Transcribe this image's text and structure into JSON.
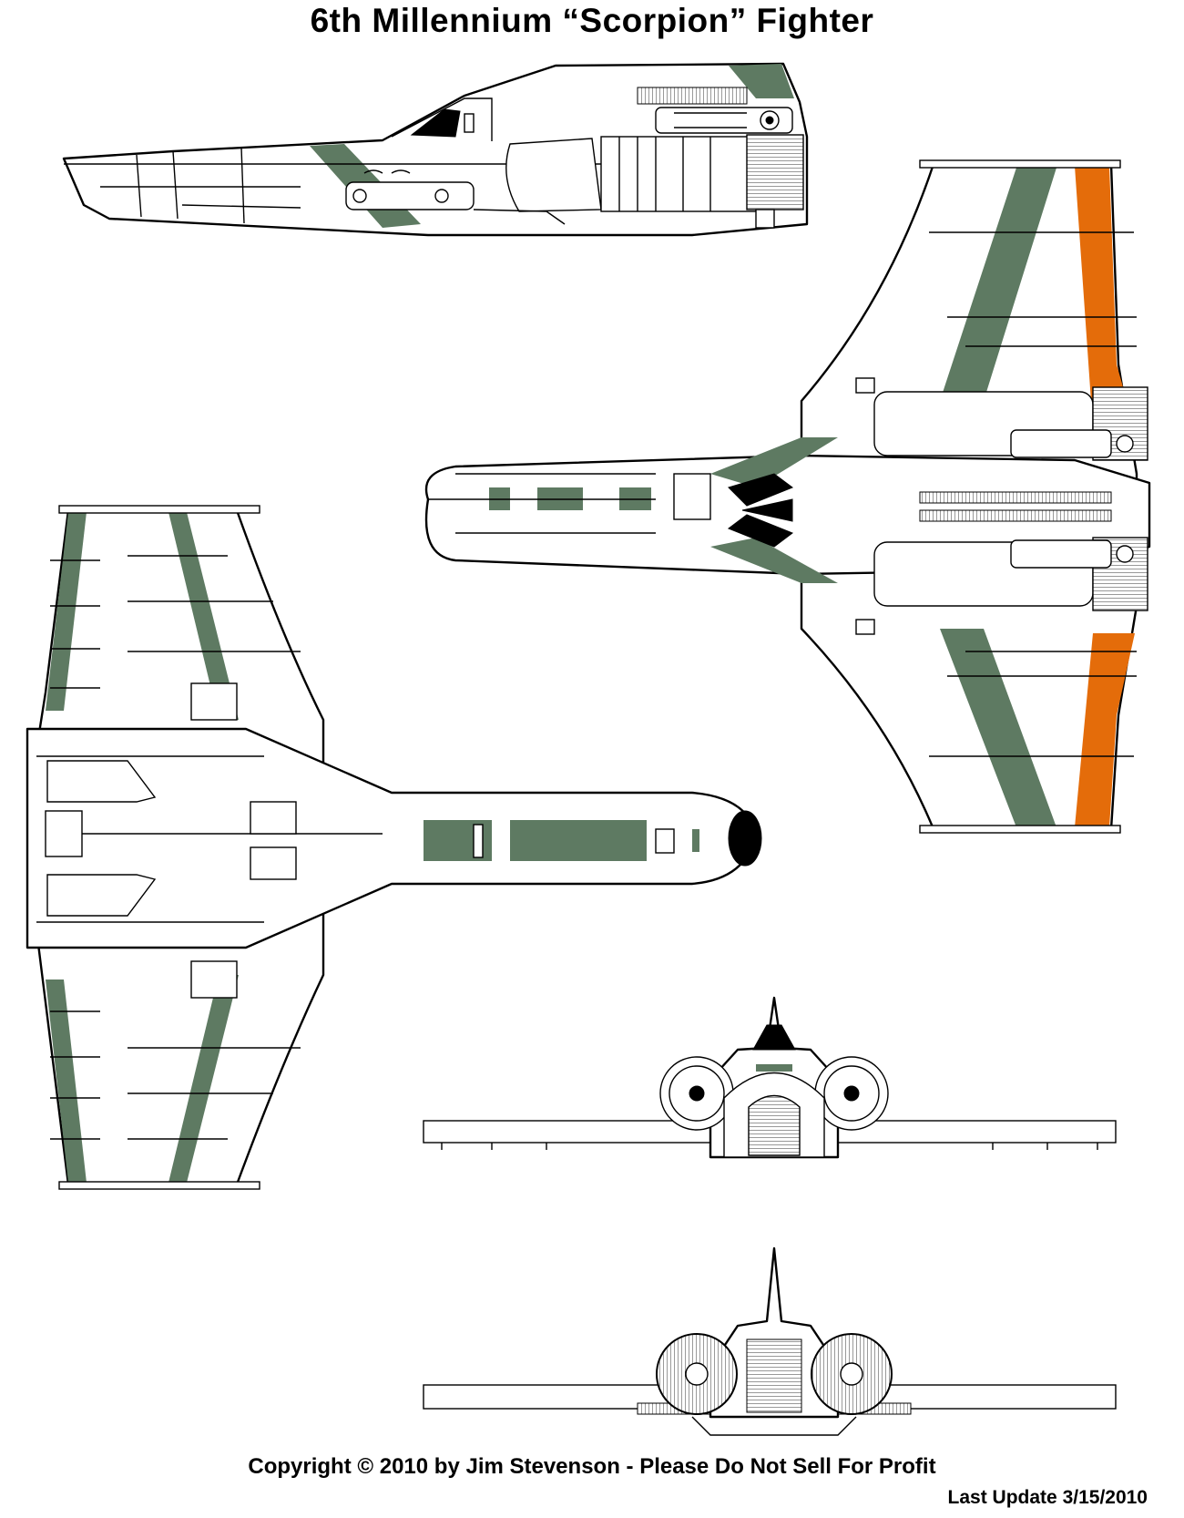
{
  "title": "6th Millennium “Scorpion” Fighter",
  "copyright": "Copyright © 2010 by Jim Stevenson - Please Do Not Sell For Profit",
  "last_update": "Last Update 3/15/2010",
  "colors": {
    "green_stripe": "#5e7a62",
    "orange_stripe": "#e46c0a",
    "line": "#000000",
    "paper": "#ffffff"
  }
}
